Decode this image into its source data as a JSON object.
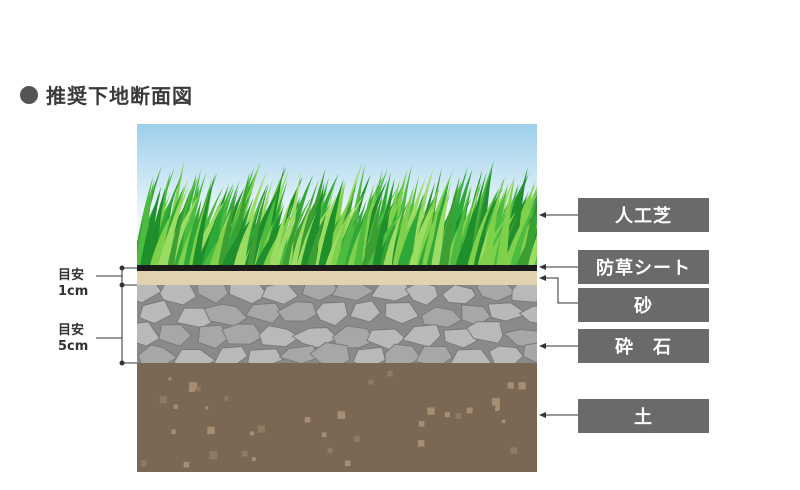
{
  "title": "推奨下地断面図",
  "layers": [
    {
      "label": "人工芝"
    },
    {
      "label": "防草シート"
    },
    {
      "label": "砂"
    },
    {
      "label": "砕　石"
    },
    {
      "label": "土"
    }
  ],
  "dimensions": [
    {
      "line1": "目安",
      "line2": "1cm"
    },
    {
      "line1": "目安",
      "line2": "5cm"
    }
  ],
  "colors": {
    "sky_top": "#9ccfea",
    "grass_dark": "#1f8f2c",
    "grass_light": "#7fd04b",
    "sheet": "#1a1a1a",
    "sand": "#e3d2b0",
    "gravel_bg": "#8a8a8a",
    "gravel_stone": "#b9b9b9",
    "soil": "#7a6754",
    "soil_speck": "#a58e73",
    "label_bg": "#6a6a6a"
  }
}
